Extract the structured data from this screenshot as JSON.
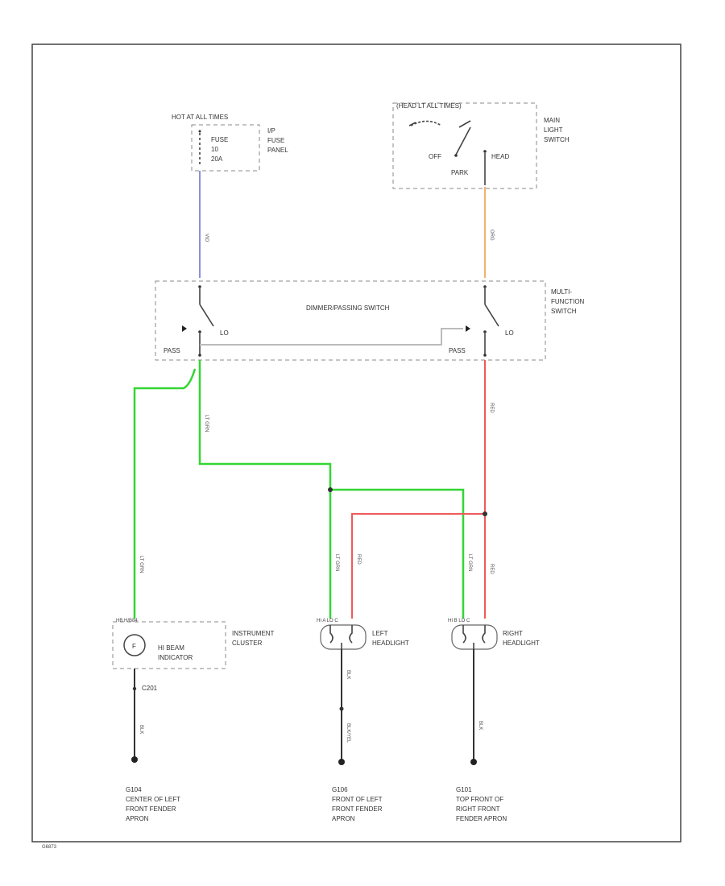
{
  "colors": {
    "violet": "#8f8fd8",
    "orange": "#f3b26d",
    "green": "#33d633",
    "red": "#ef5a5a",
    "black": "#333333"
  },
  "fuse_panel": {
    "header": "HOT AT ALL TIMES",
    "fuse_name": "FUSE",
    "fuse_no": "10",
    "fuse_amps": "20A",
    "label_line1": "I/P",
    "label_line2": "FUSE",
    "label_line3": "PANEL"
  },
  "main_light_switch": {
    "header": "(HEAD LT ALL TIMES)",
    "off": "OFF",
    "head": "HEAD",
    "park": "PARK",
    "label_line1": "MAIN",
    "label_line2": "LIGHT",
    "label_line3": "SWITCH"
  },
  "multi_function_switch": {
    "title": "DIMMER/PASSING SWITCH",
    "lo_left": "LO",
    "lo_right": "LO",
    "pass_left": "PASS",
    "pass_right": "PASS",
    "label_line1": "MULTI-",
    "label_line2": "FUNCTION",
    "label_line3": "SWITCH"
  },
  "instrument_cluster": {
    "pins": "HB  H/B84",
    "lamp_symbol": "F",
    "indicator_line1": "HI BEAM",
    "indicator_line2": "INDICATOR",
    "label_line1": "INSTRUMENT",
    "label_line2": "CLUSTER",
    "connector": "C201"
  },
  "left_headlight": {
    "pins": "HI  A  LO  C",
    "label_line1": "LEFT",
    "label_line2": "HEADLIGHT"
  },
  "right_headlight": {
    "pins": "HI  B  LO  C",
    "label_line1": "RIGHT",
    "label_line2": "HEADLIGHT"
  },
  "wires": {
    "violet": "VIO",
    "orange": "ORG",
    "green_left": "LT GRN",
    "green_mid": "LT GRN",
    "green_lh": "LT GRN",
    "green_rh": "LT GRN",
    "red_main": "RED",
    "red_lh": "RED",
    "red_rh": "RED",
    "black_ic": "BLK",
    "black_lh": "BLK",
    "black_lh2": "BLK/YEL",
    "black_rh": "BLK"
  },
  "grounds": {
    "g1_id": "G104",
    "g1_line1": "CENTER OF LEFT",
    "g1_line2": "FRONT FENDER",
    "g1_line3": "APRON",
    "g2_id": "G106",
    "g2_line1": "FRONT OF LEFT",
    "g2_line2": "FRONT FENDER",
    "g2_line3": "APRON",
    "g3_id": "G101",
    "g3_line1": "TOP FRONT OF",
    "g3_line2": "RIGHT FRONT",
    "g3_line3": "FENDER APRON"
  },
  "figure_id": "G6873"
}
